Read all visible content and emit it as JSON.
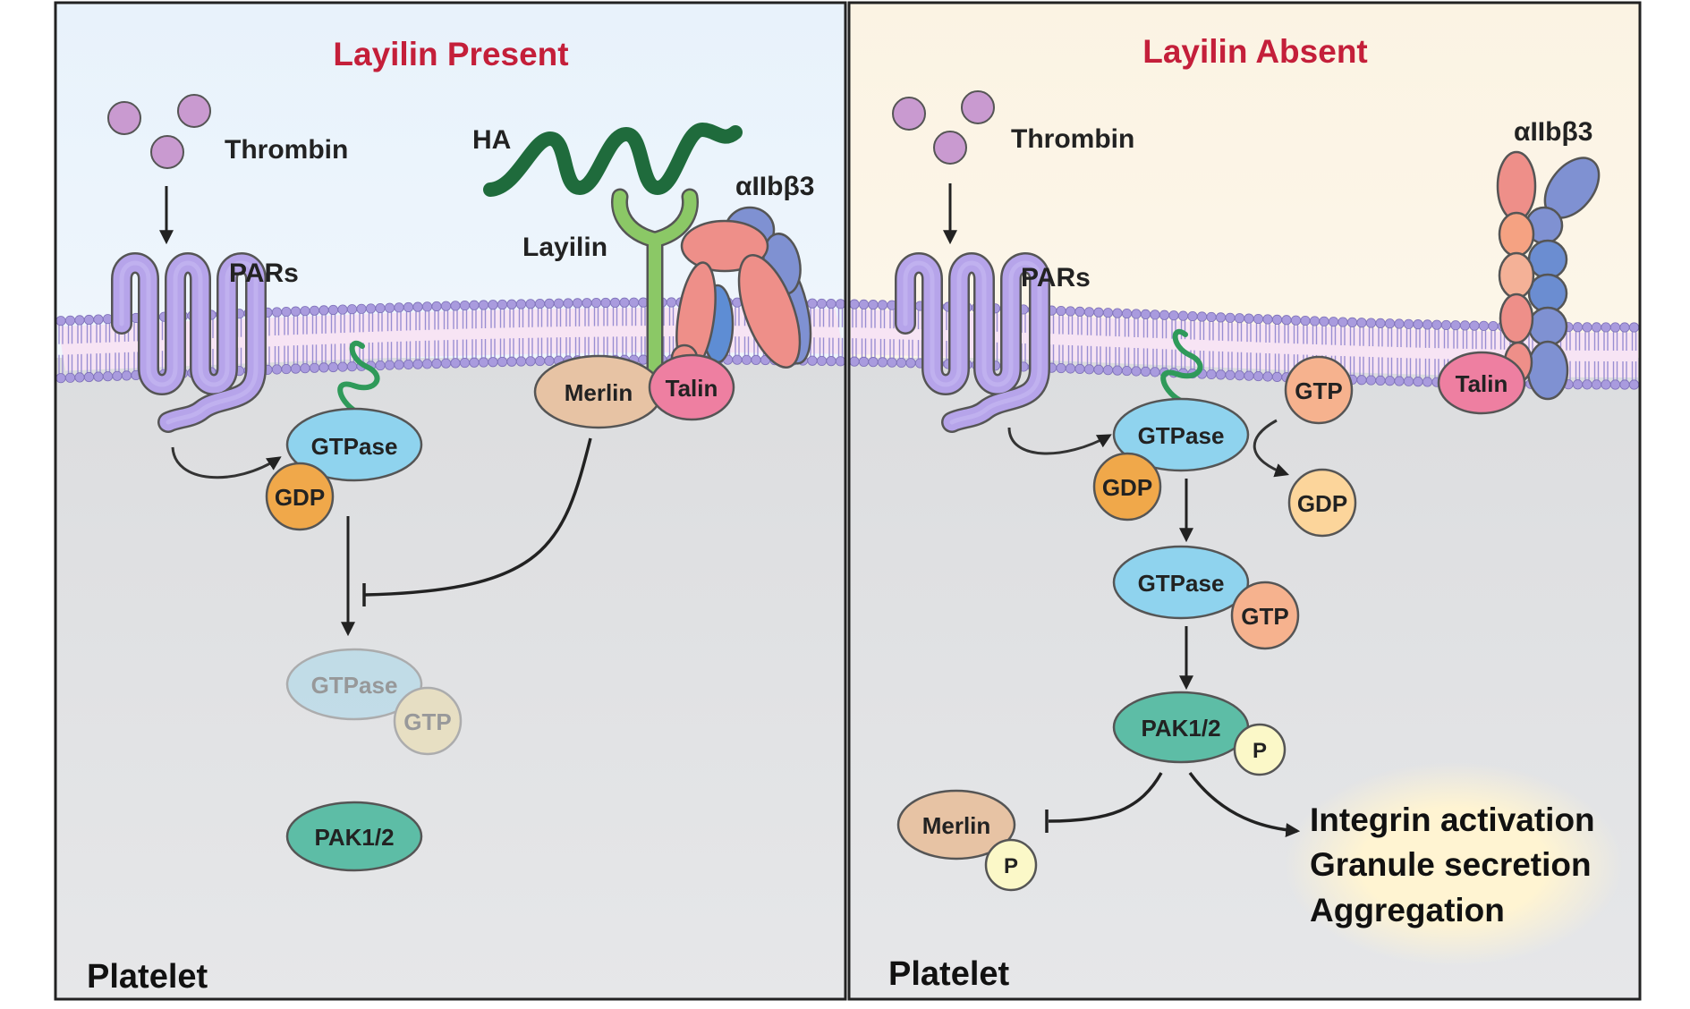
{
  "colors": {
    "title": "#c41f3a",
    "thrombin": "#c99ad0",
    "par": "#b6a4ea",
    "gtpase": "#8fd3ee",
    "gdp": "#f0a84a",
    "gtp": "#f6b28e",
    "gdp_light": "#fcd59b",
    "pak": "#5dbda6",
    "merlin": "#e7c3a4",
    "phospho": "#fbf8c8",
    "talin": "#ee7fa1",
    "layilin": "#8bc866",
    "ha": "#1f6b3c",
    "alpha_subunit": "#ee8f89",
    "beta_subunit": "#7f91d2",
    "membrane": "#a99bde"
  },
  "left_panel": {
    "title": "Layilin Present",
    "thrombin_label": "Thrombin",
    "pars_label": "PARs",
    "ha_label": "HA",
    "layilin_label": "Layilin",
    "integrin_label": "αIIbβ3",
    "merlin_label": "Merlin",
    "talin_label": "Talin",
    "gtpase_label": "GTPase",
    "gdp_label": "GDP",
    "gtpase_inactive_label": "GTPase",
    "gtp_inactive_label": "GTP",
    "pak_label": "PAK1/2",
    "cell_label": "Platelet"
  },
  "right_panel": {
    "title": "Layilin Absent",
    "thrombin_label": "Thrombin",
    "pars_label": "PARs",
    "integrin_label": "αIIbβ3",
    "talin_label": "Talin",
    "gtpase_label": "GTPase",
    "gdp_label": "GDP",
    "gtp_free_label": "GTP",
    "gdp_free_label": "GDP",
    "gtpase_active_label": "GTPase",
    "gtp_bound_label": "GTP",
    "pak_label": "PAK1/2",
    "pak_p_label": "P",
    "merlin_label": "Merlin",
    "merlin_p_label": "P",
    "outcomes": [
      "Integrin activation",
      "Granule secretion",
      "Aggregation"
    ],
    "cell_label": "Platelet"
  }
}
